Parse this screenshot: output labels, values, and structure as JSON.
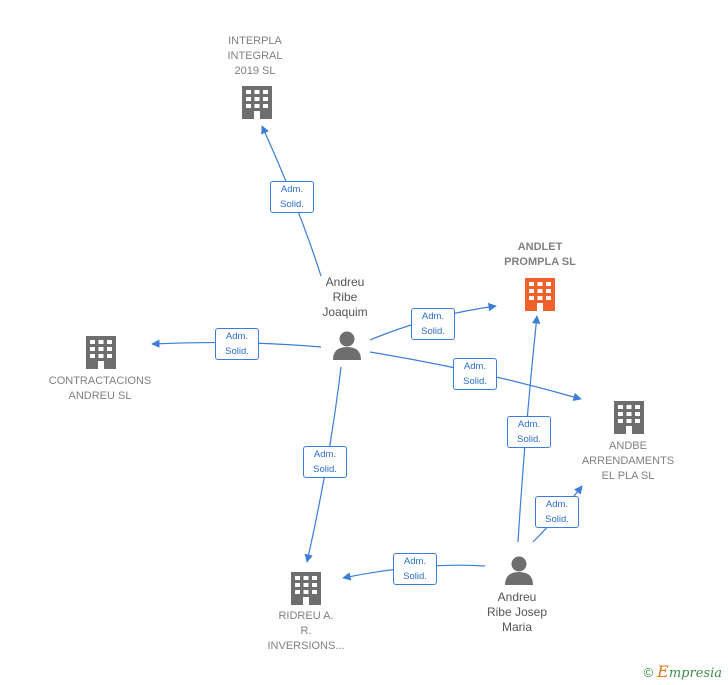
{
  "colors": {
    "edge": "#3b7dd8",
    "company": "#6e6e6e",
    "company_highlight": "#f0602a",
    "person": "#6e6e6e",
    "label_text": "#808080"
  },
  "nodes": {
    "interpla": {
      "lines": [
        "INTERPLA",
        "INTEGRAL",
        "2019  SL"
      ],
      "icon": "building-icon"
    },
    "andlet": {
      "lines": [
        "ANDLET",
        "PROMPLA  SL"
      ],
      "icon": "building-icon",
      "highlight": true
    },
    "contractacions": {
      "lines": [
        "CONTRACTACIONS",
        "ANDREU  SL"
      ],
      "icon": "building-icon"
    },
    "andbe": {
      "lines": [
        "ANDBE",
        "ARRENDAMENTS",
        "EL PLA  SL"
      ],
      "icon": "building-icon"
    },
    "ridreu": {
      "lines": [
        "RIDREU A.",
        "R.",
        "INVERSIONS..."
      ],
      "icon": "building-icon"
    },
    "joaquim": {
      "lines": [
        "Andreu",
        "Ribe",
        "Joaquim"
      ],
      "icon": "person-icon"
    },
    "josep": {
      "lines": [
        "Andreu",
        "Ribe Josep",
        "Maria"
      ],
      "icon": "person-icon"
    }
  },
  "relations": [
    {
      "lines": [
        "Adm.",
        "Solid."
      ]
    },
    {
      "lines": [
        "Adm.",
        "Solid."
      ]
    },
    {
      "lines": [
        "Adm.",
        "Solid."
      ]
    },
    {
      "lines": [
        "Adm.",
        "Solid."
      ]
    },
    {
      "lines": [
        "Adm.",
        "Solid."
      ]
    },
    {
      "lines": [
        "Adm.",
        "Solid."
      ]
    },
    {
      "lines": [
        "Adm.",
        "Solid."
      ]
    },
    {
      "lines": [
        "Adm.",
        "Solid."
      ]
    }
  ],
  "brand": {
    "copyright": "©",
    "first_letter": "E",
    "rest": "mpresia"
  }
}
